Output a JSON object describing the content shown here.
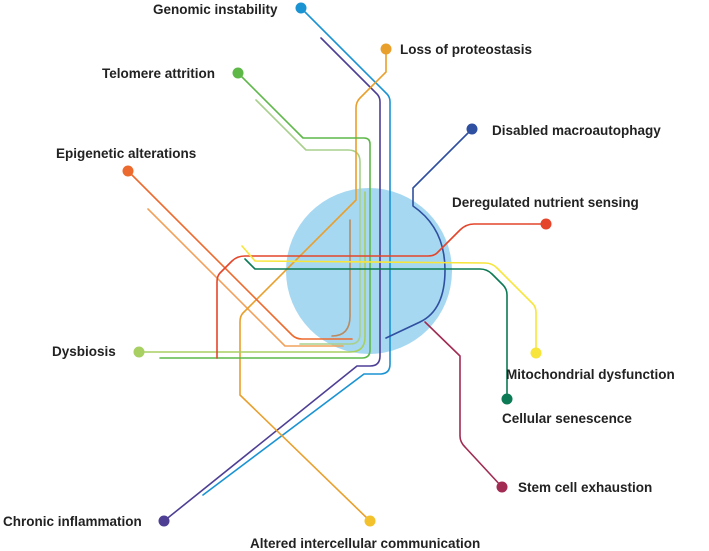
{
  "colors": {
    "hub": "#a7d8f2",
    "genomic": "#1a93d3",
    "proteostasis": "#e99f2b",
    "telomere": "#5db848",
    "telomere_light": "#a8d08d",
    "macroautophagy": "#2f4fa0",
    "epigenetic": "#ec6a2e",
    "epigenetic_light": "#f0a25c",
    "nutrient": "#e4452b",
    "mitochondrial": "#f7e53b",
    "senescence": "#0b7a55",
    "stemcell": "#a12b52",
    "dysbiosis": "#a7cf62",
    "inflammation": "#4e3f95",
    "intercellular": "#f3c12b"
  },
  "labels": {
    "genomic": "Genomic instability",
    "proteostasis": "Loss of proteostasis",
    "telomere": "Telomere attrition",
    "macroautophagy": "Disabled macroautophagy",
    "epigenetic": "Epigenetic alterations",
    "nutrient": "Deregulated nutrient sensing",
    "mitochondrial": "Mitochondrial dysfunction",
    "senescence": "Cellular senescence",
    "dysbiosis": "Dysbiosis",
    "stemcell": "Stem cell exhaustion",
    "inflammation": "Chronic inflammation",
    "intercellular": "Altered intercellular communication"
  }
}
